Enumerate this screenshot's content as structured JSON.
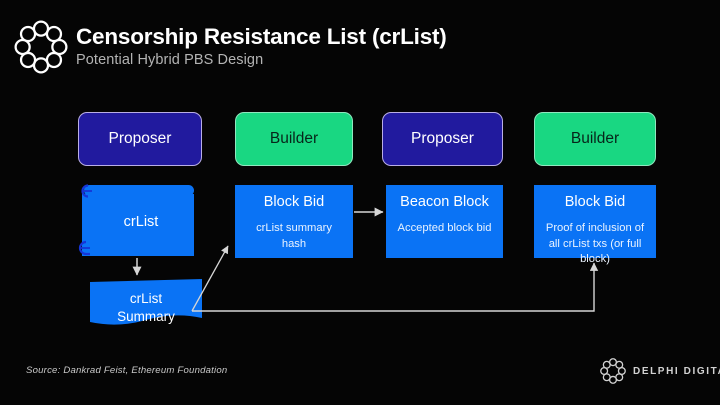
{
  "header": {
    "title": "Censorship Resistance List (crList)",
    "subtitle": "Potential Hybrid PBS Design",
    "logo_icon": "delphi-ring-logo-icon"
  },
  "colors": {
    "background": "#000000",
    "proposer_fill": "#211a9e",
    "proposer_border": "#b9aee6",
    "builder_fill": "#19d782",
    "builder_border": "#8fe8bf",
    "box_fill": "#0a73f5",
    "connector": "#cfcfcf",
    "title_text": "#ffffff",
    "subtitle_text": "#b4b4b4"
  },
  "lanes": [
    {
      "role": "Proposer",
      "kind": "proposer"
    },
    {
      "role": "Builder",
      "kind": "builder"
    },
    {
      "role": "Proposer",
      "kind": "proposer"
    },
    {
      "role": "Builder",
      "kind": "builder"
    }
  ],
  "artifacts": {
    "crlist": {
      "label": "crList",
      "shape": "scroll"
    },
    "crlist_summary": {
      "label": "crList\nSummary",
      "line1": "crList",
      "line2": "Summary",
      "shape": "wave-document"
    },
    "block_bid_1": {
      "title": "Block Bid",
      "detail": "crList summary hash"
    },
    "beacon_block": {
      "title": "Beacon Block",
      "detail": "Accepted block bid"
    },
    "block_bid_2": {
      "title": "Block Bid",
      "detail": "Proof of inclusion of all crList txs (or full block)"
    }
  },
  "footer": {
    "source": "Source: Dankrad Feist, Ethereum Foundation",
    "brand": "DELPHI DIGITAL",
    "brand_icon": "delphi-ring-logo-icon"
  }
}
